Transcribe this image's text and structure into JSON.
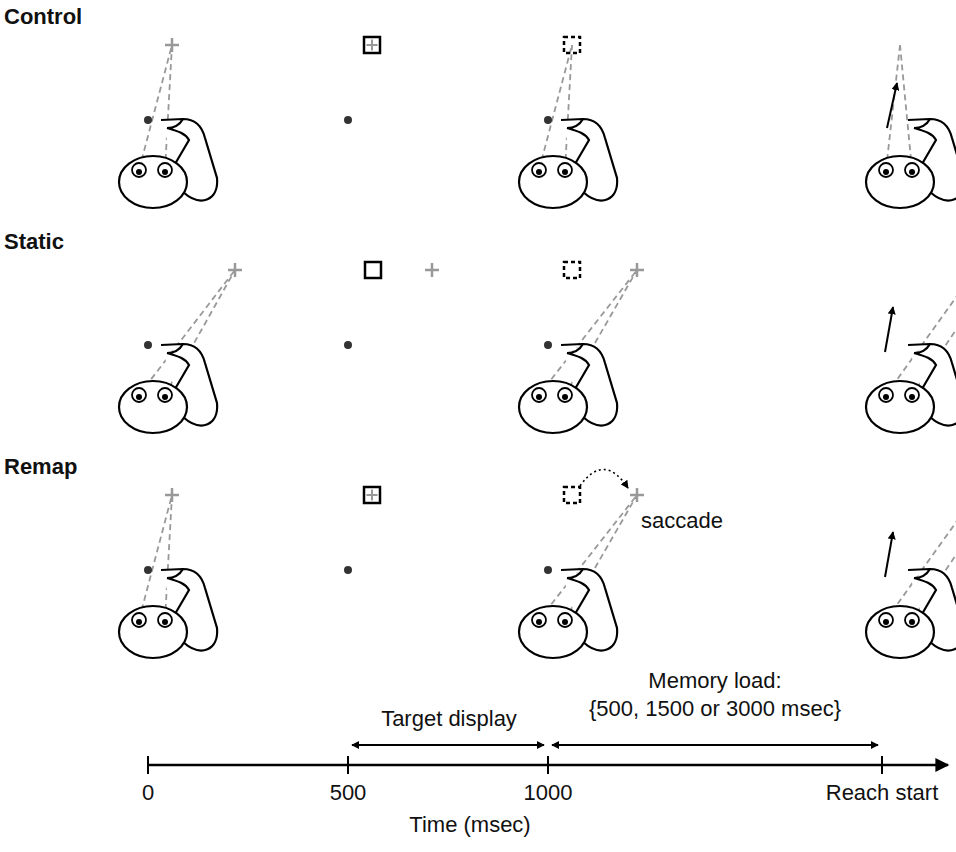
{
  "diagram": {
    "labels": [
      "Control",
      "Static",
      "Remap",
      "saccade",
      "Target display",
      "Memory load:",
      "{500, 1500 or 3000 msec}",
      "0",
      "500",
      "1000",
      "Reach start",
      "Time (msec)"
    ]
  }
}
